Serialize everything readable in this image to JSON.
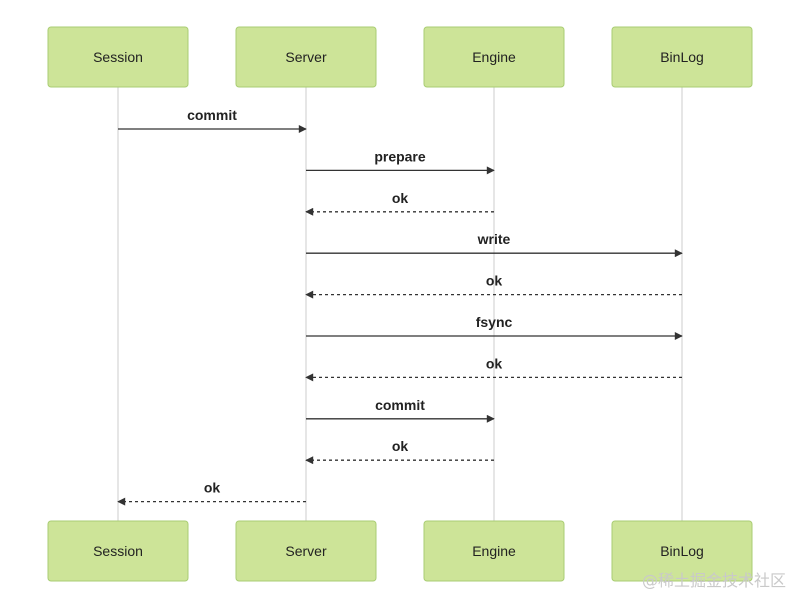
{
  "diagram": {
    "type": "sequence",
    "participants": [
      "Session",
      "Server",
      "Engine",
      "BinLog"
    ],
    "messages": [
      {
        "from": 0,
        "to": 1,
        "label": "commit",
        "style": "solid"
      },
      {
        "from": 1,
        "to": 2,
        "label": "prepare",
        "style": "solid"
      },
      {
        "from": 2,
        "to": 1,
        "label": "ok",
        "style": "dashed"
      },
      {
        "from": 1,
        "to": 3,
        "label": "write",
        "style": "solid"
      },
      {
        "from": 3,
        "to": 1,
        "label": "ok",
        "style": "dashed"
      },
      {
        "from": 1,
        "to": 3,
        "label": "fsync",
        "style": "solid"
      },
      {
        "from": 3,
        "to": 1,
        "label": "ok",
        "style": "dashed"
      },
      {
        "from": 1,
        "to": 2,
        "label": "commit",
        "style": "solid"
      },
      {
        "from": 2,
        "to": 1,
        "label": "ok",
        "style": "dashed"
      },
      {
        "from": 1,
        "to": 0,
        "label": "ok",
        "style": "dashed"
      }
    ]
  },
  "colors": {
    "actor_fill": "#cde498",
    "actor_stroke": "#a9cd73",
    "lifeline": "#cccccc",
    "arrow": "#333333",
    "text": "#222222"
  },
  "watermark": "@稀土掘金技术社区"
}
